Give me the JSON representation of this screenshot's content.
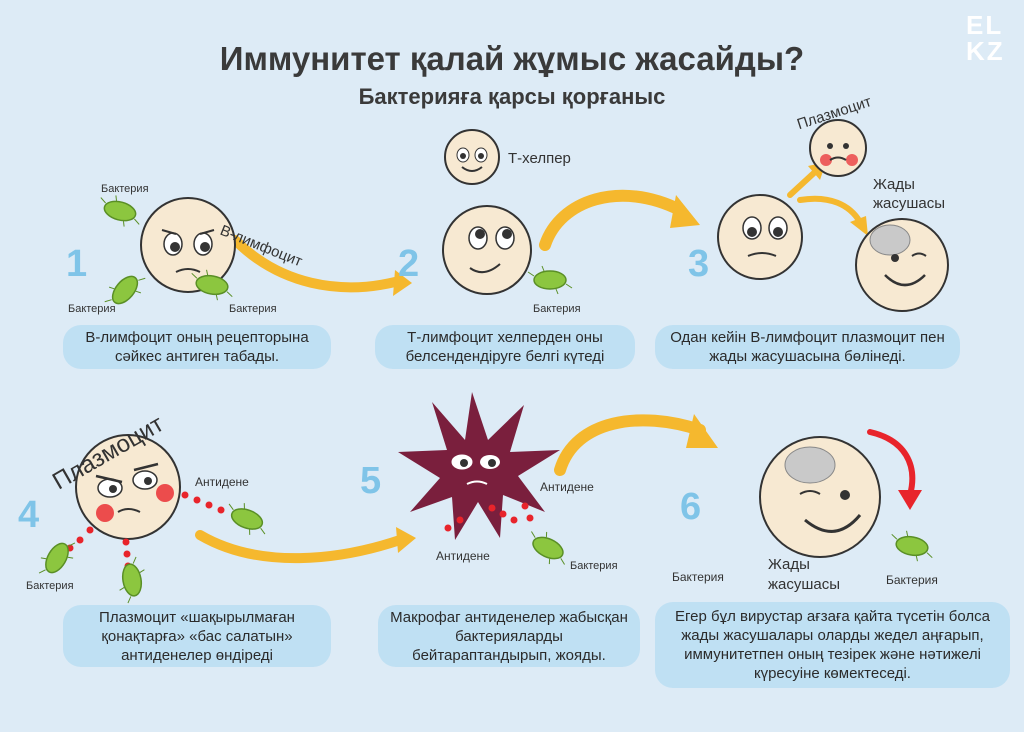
{
  "logo": "ELKZ",
  "title": "Иммунитет қалай жұмыс жасайды?",
  "subtitle": "Бактерияға қарсы қорғаныс",
  "steps": [
    {
      "number": "1",
      "caption": "В-лимфоцит оның рецепторына сәйкес антиген табады."
    },
    {
      "number": "2",
      "caption": "Т-лимфоцит хелперден оны белсендендіруге белгі күтеді"
    },
    {
      "number": "3",
      "caption": "Одан кейін В-лимфоцит плазмоцит пен жады жасушасына бөлінеді."
    },
    {
      "number": "4",
      "caption": "Плазмоцит «шақырылмаған қонақтарға» «бас салатын» антиденелер өндіреді"
    },
    {
      "number": "5",
      "caption": "Макрофаг антиденелер жабысқан бактерияларды бейтараптандырып, жояды."
    },
    {
      "number": "6",
      "caption": "Егер бұл вирустар ағзаға қайта түсетін болса жады жасушалары оларды жедел аңғарып, иммунитетпен оның тезірек және нәтижелі күресуіне көмектеседі."
    }
  ],
  "labels": {
    "bacteria": "Бактерия",
    "b_lymphocyte": "В-лимфоцит",
    "t_helper": "Т-хелпер",
    "plasmocyte": "Плазмоцит",
    "memory_cell_line1": "Жады",
    "memory_cell_line2": "жасушасы",
    "antibody": "Антидене"
  },
  "colors": {
    "background": "#ddebf6",
    "caption_bg": "#bfe0f3",
    "number": "#7fc4e8",
    "arrow": "#f5b82e",
    "bacteria": "#8cc63f",
    "antibody": "#e8242b",
    "macrophage": "#7a1f3d",
    "cell": "#f7e9d2"
  }
}
